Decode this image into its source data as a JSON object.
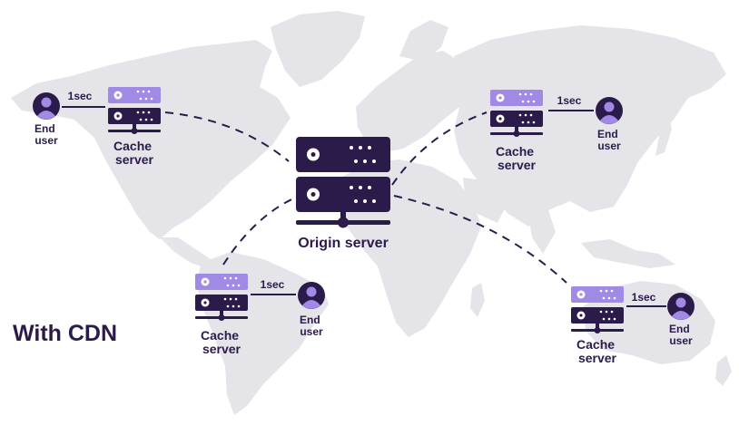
{
  "title": "With CDN",
  "origin": {
    "label": "Origin server"
  },
  "nodes": [
    {
      "id": "north-america",
      "cache_label": [
        "Cache",
        "server"
      ],
      "user_label": [
        "End",
        "user"
      ],
      "latency": "1sec"
    },
    {
      "id": "asia",
      "cache_label": [
        "Cache",
        "server"
      ],
      "user_label": [
        "End",
        "user"
      ],
      "latency": "1sec"
    },
    {
      "id": "south-america",
      "cache_label": [
        "Cache",
        "server"
      ],
      "user_label": [
        "End",
        "user"
      ],
      "latency": "1sec"
    },
    {
      "id": "oceania",
      "cache_label": [
        "Cache",
        "server"
      ],
      "user_label": [
        "End",
        "user"
      ],
      "latency": "1sec"
    }
  ],
  "colors": {
    "map": "#e4e4e9",
    "dark": "#2b1b4a",
    "accent": "#a08ae6",
    "white": "#ffffff"
  },
  "icons": {
    "server": "server-rack-icon",
    "user": "user-avatar-icon",
    "map": "world-map"
  }
}
